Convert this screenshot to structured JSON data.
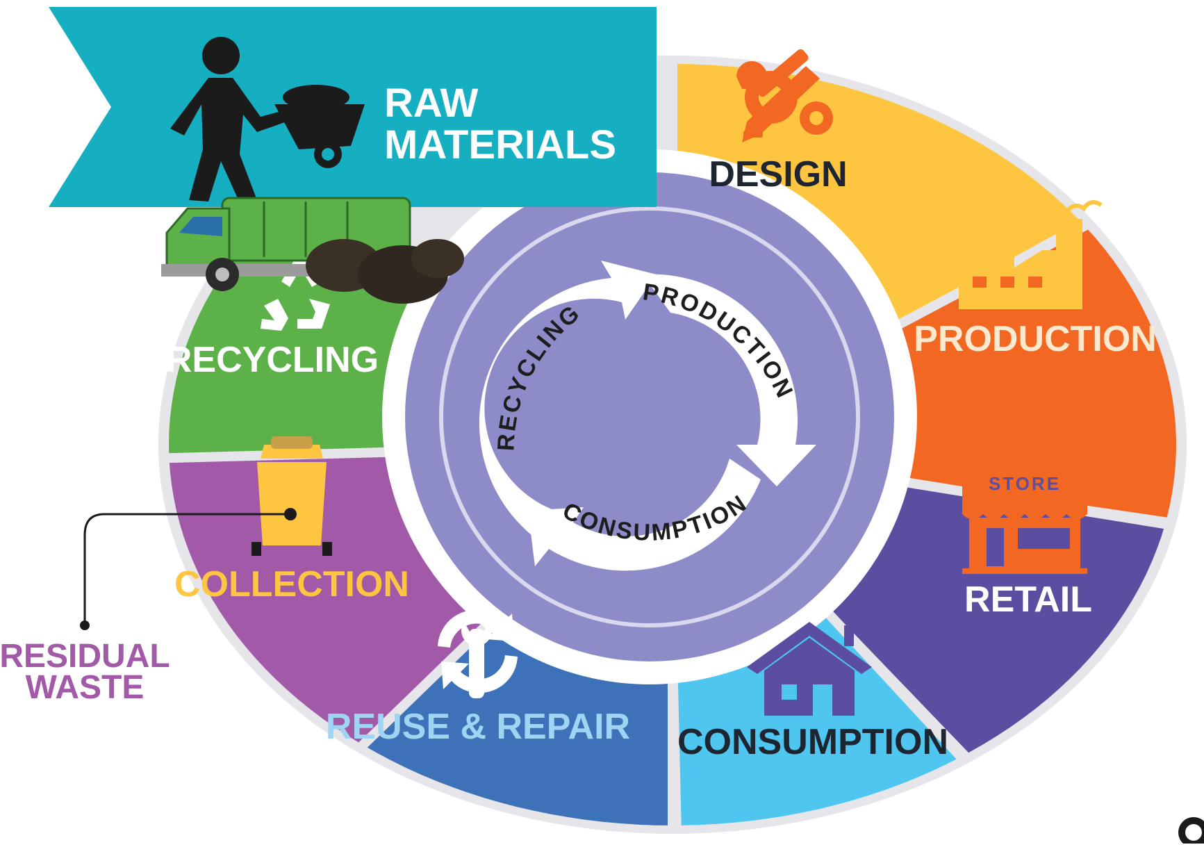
{
  "diagram": {
    "type": "circular-economy-cycle",
    "banner": {
      "line1": "RAW",
      "line2": "MATERIALS",
      "color": "#16aec1",
      "icon": "person-pushing-wheelbarrow-icon"
    },
    "segments": [
      {
        "id": "design",
        "label": "DESIGN",
        "color": "#fdc540",
        "text_color": "#1c2530",
        "icon": "design-gears-icon"
      },
      {
        "id": "production",
        "label": "PRODUCTION",
        "color": "#f26722",
        "text_color": "#fde8d0",
        "icon": "factory-icon"
      },
      {
        "id": "retail",
        "label": "RETAIL",
        "color": "#5b4ea0",
        "text_color": "#ffffff",
        "icon": "store-icon",
        "icon_text": "STORE"
      },
      {
        "id": "consumption",
        "label": "CONSUMPTION",
        "color": "#4ec6ef",
        "text_color": "#1c2530",
        "icon": "house-icon"
      },
      {
        "id": "reuse-repair",
        "label": "REUSE & REPAIR",
        "color": "#3d72b8",
        "text_color": "#9fd4f3",
        "icon": "wrench-cycle-icon"
      },
      {
        "id": "collection",
        "label": "COLLECTION",
        "color": "#a259a8",
        "text_color": "#fdc540",
        "icon": "waste-bin-icon"
      },
      {
        "id": "recycling",
        "label": "RECYCLING",
        "color": "#5cb249",
        "text_color": "#ffffff",
        "icon": "recycle-icon"
      }
    ],
    "inner_cycle": {
      "labels": [
        "PRODUCTION",
        "CONSUMPTION",
        "RECYCLING"
      ],
      "ring_color": "#8d8cc8",
      "center_color": "#8d8cc8"
    },
    "residual": {
      "line1": "RESIDUAL",
      "line2": "WASTE",
      "color": "#a259a8"
    },
    "truck_icon": "garbage-truck-icon"
  }
}
